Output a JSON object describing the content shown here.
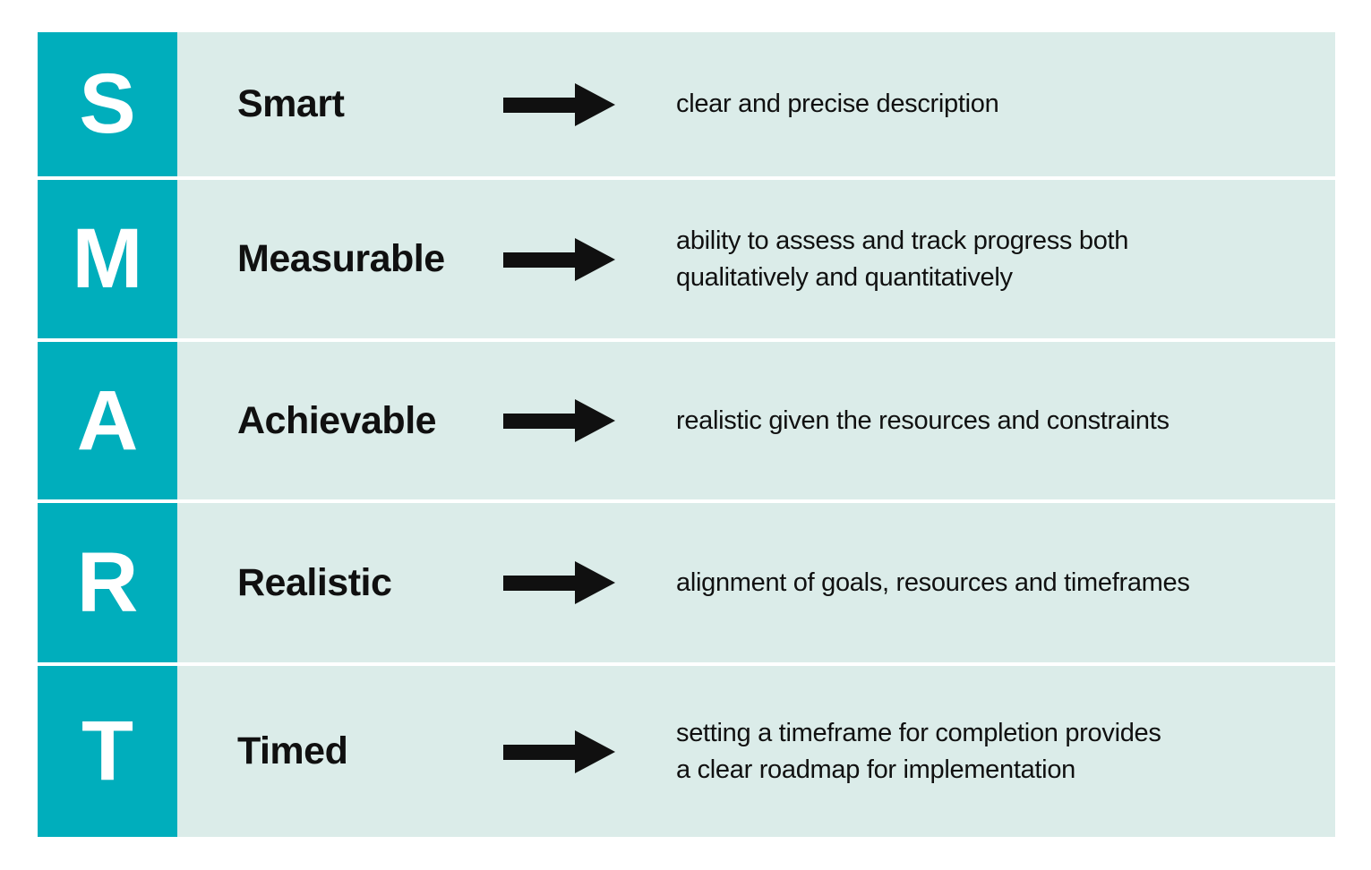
{
  "title": "SMART goals infographic",
  "colors": {
    "teal": "#00AEBC",
    "light": "#DBECE9",
    "ink": "#101010",
    "letter": "#FFFFFF",
    "bg": "#FFFFFF"
  },
  "rows": [
    {
      "letter": "S",
      "keyword": "Smart",
      "description": "clear and precise description"
    },
    {
      "letter": "M",
      "keyword": "Measurable",
      "description": "ability to assess and track progress both\nqualitatively and quantitatively"
    },
    {
      "letter": "A",
      "keyword": "Achievable",
      "description": "realistic given the resources and constraints"
    },
    {
      "letter": "R",
      "keyword": "Realistic",
      "description": "alignment of goals, resources and timeframes"
    },
    {
      "letter": "T",
      "keyword": "Timed",
      "description": "setting a timeframe for completion provides\na clear roadmap for implementation"
    }
  ]
}
